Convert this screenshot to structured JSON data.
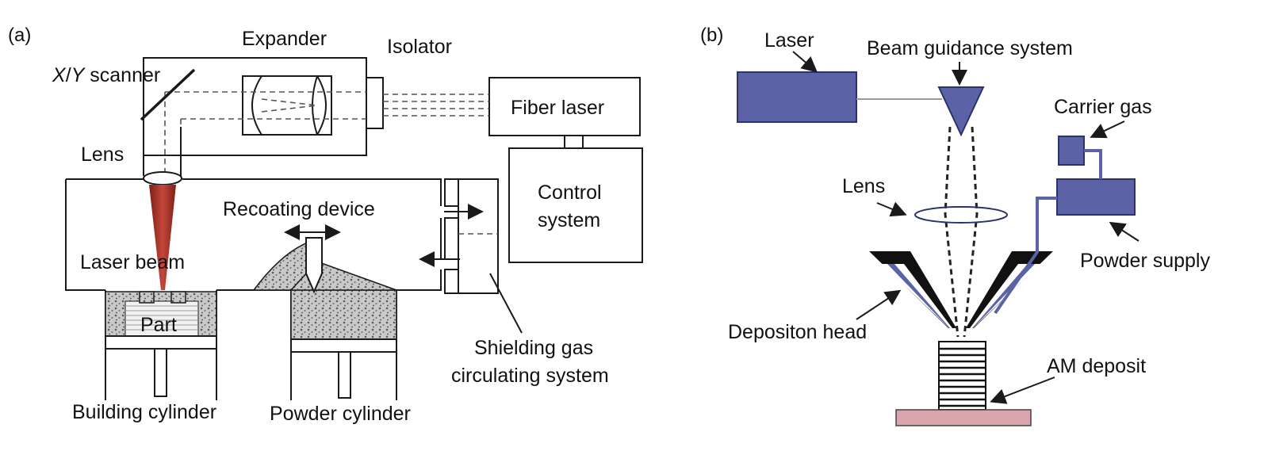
{
  "colors": {
    "device_blue": "#5b63a6",
    "deposit_pink": "#d9a6ad",
    "beam_red": "#a23a2c",
    "line": "#1a1a1a"
  },
  "panel_a": {
    "tag": "(a)",
    "labels": {
      "expander": "Expander",
      "isolator": "Isolator",
      "scanner_italic": "X",
      "scanner_slash": "/",
      "scanner_italic2": "Y",
      "scanner_rest": " scanner",
      "lens": "Lens",
      "fiber_laser": "Fiber laser",
      "control_line1": "Control",
      "control_line2": "system",
      "recoating": "Recoating device",
      "laser_beam": "Laser beam",
      "part": "Part",
      "shield_line1": "Shielding gas",
      "shield_line2": "circulating system",
      "building": "Building cylinder",
      "powder_cyl": "Powder cylinder"
    }
  },
  "panel_b": {
    "tag": "(b)",
    "labels": {
      "laser": "Laser",
      "beam_guidance": "Beam guidance system",
      "carrier_gas": "Carrier gas",
      "lens": "Lens",
      "powder_supply": "Powder supply",
      "deposition_head": "Depositon head",
      "am_deposit": "AM deposit"
    }
  }
}
